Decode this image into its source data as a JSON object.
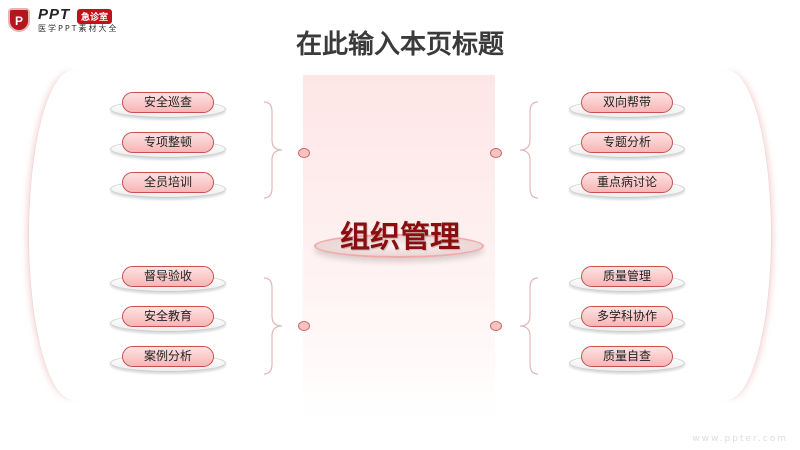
{
  "logo": {
    "badge": "P",
    "ppt": "PPT",
    "tag": "急诊室",
    "subtitle": "医学PPT素材大全"
  },
  "title": "在此输入本页标题",
  "center": "组织管理",
  "groups": {
    "top_left": [
      "安全巡查",
      "专项整顿",
      "全员培训"
    ],
    "bottom_left": [
      "督导验收",
      "安全教育",
      "案例分析"
    ],
    "top_right": [
      "双向帮带",
      "专题分析",
      "重点病讨论"
    ],
    "bottom_right": [
      "质量管理",
      "多学科协作",
      "质量自查"
    ]
  },
  "watermark": "www.ppter.com",
  "colors": {
    "accent": "#8b0e0e",
    "pill": "#f7b5b5"
  }
}
